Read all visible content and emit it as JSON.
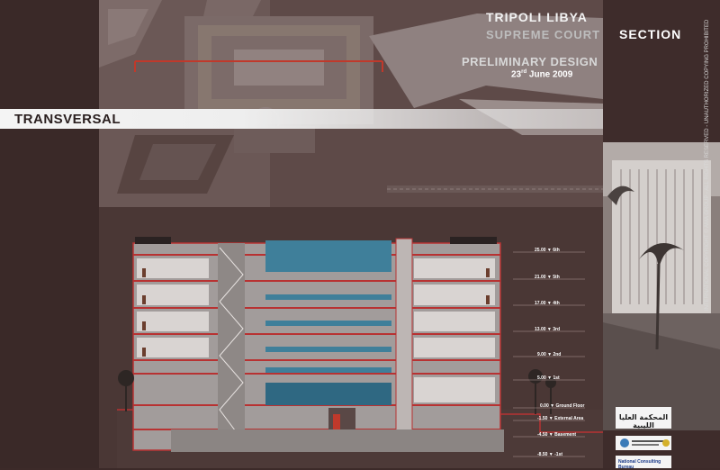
{
  "header": {
    "city": "TRIPOLI  LIBYA",
    "project": "SUPREME COURT",
    "phase": "PRELIMINARY DESIGN",
    "date_day": "23",
    "date_sup": "rd",
    "date_rest": "June 2009"
  },
  "band_label": "TRANSVERSAL",
  "section_heading": "SECTION",
  "copyright": "INTERNATIONAL COPYRIGHT © AMA GROUP - ALL RIGHTS RESERVED - UNAUTHORIZED COPYING PROHIBITED",
  "levels": [
    {
      "elev": "25.00",
      "name": "6th"
    },
    {
      "elev": "21.00",
      "name": "5th"
    },
    {
      "elev": "17.00",
      "name": "4th"
    },
    {
      "elev": "13.00",
      "name": "3rd"
    },
    {
      "elev": "9.00",
      "name": "2nd"
    },
    {
      "elev": "5.00",
      "name": "1st"
    },
    {
      "elev": "0.00",
      "name": "Ground Floor"
    },
    {
      "elev": "-1.50",
      "name": "External Area"
    },
    {
      "elev": "-4.50",
      "name": "Basement"
    },
    {
      "elev": "-8.50",
      "name": "-1st"
    }
  ],
  "logos": {
    "logo1_text": "المحكمة العليا الليبية",
    "logo3_text": "National Consulting Bureau"
  },
  "colors": {
    "background": "#3c2a29",
    "accent_red": "#b03030",
    "glass_blue": "#3f7f9a",
    "wall_grey": "#9c9696"
  }
}
